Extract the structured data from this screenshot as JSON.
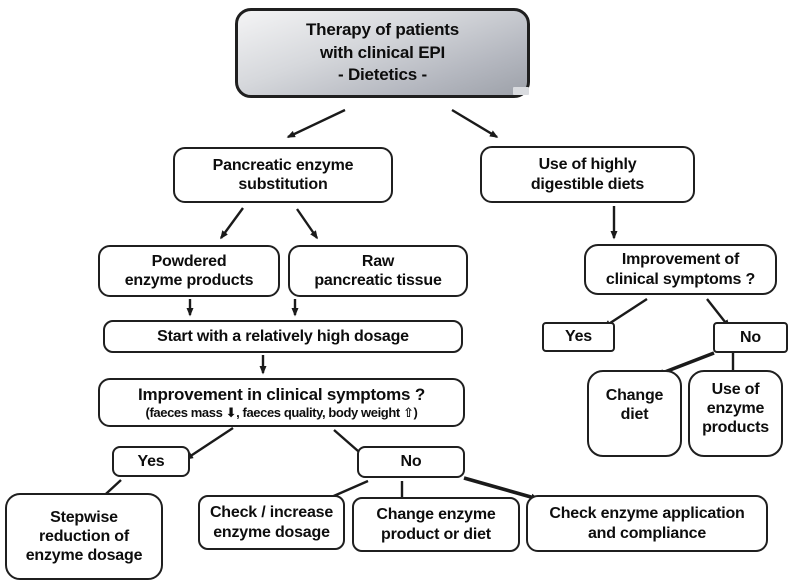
{
  "diagram": {
    "type": "flowchart",
    "colors": {
      "background": "#ffffff",
      "node_fill": "#ffffff",
      "border": "#1f1f1f",
      "arrow": "#1a1a1a",
      "title_gradient_top": "#f4f4f5",
      "title_gradient_bottom": "#9da1a9"
    },
    "nodes": {
      "title": {
        "line1": "Therapy of patients",
        "line2": "with clinical EPI",
        "line3": "- Dietetics -"
      },
      "enzyme_substitution": {
        "line1": "Pancreatic enzyme",
        "line2": "substitution"
      },
      "digestible_diets": {
        "line1": "Use of highly",
        "line2": "digestible diets"
      },
      "powdered": {
        "line1": "Powdered",
        "line2": "enzyme products"
      },
      "raw": {
        "line1": "Raw",
        "line2": "pancreatic tissue"
      },
      "start_dosage": {
        "line1": "Start with a relatively high dosage"
      },
      "improvement_left": {
        "question": "Improvement in clinical symptoms ?",
        "detail": "(faeces mass ⬇, faeces quality, body weight ⇧)"
      },
      "yes_left": {
        "label": "Yes"
      },
      "no_left": {
        "label": "No"
      },
      "stepwise": {
        "line1": "Stepwise",
        "line2": "reduction of",
        "line3": "enzyme dosage"
      },
      "check_increase": {
        "line1": "Check / increase",
        "line2": "enzyme dosage"
      },
      "change_product": {
        "line1": "Change enzyme",
        "line2": "product or diet"
      },
      "check_application": {
        "line1": "Check enzyme application",
        "line2": "and compliance"
      },
      "improvement_right": {
        "line1": "Improvement of",
        "line2": "clinical symptoms ?"
      },
      "yes_right": {
        "label": "Yes"
      },
      "no_right": {
        "label": "No"
      },
      "change_diet": {
        "line1": "Change",
        "line2": "diet"
      },
      "use_enzyme": {
        "line1": "Use of",
        "line2": "enzyme",
        "line3": "products"
      }
    }
  }
}
